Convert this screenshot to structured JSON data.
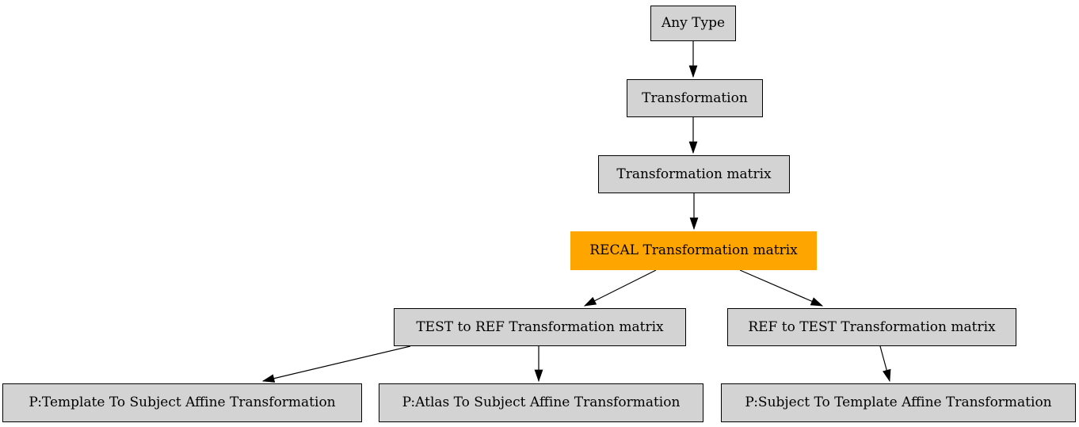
{
  "diagram": {
    "title": "Type hierarchy diagram",
    "background_color": "#ffffff",
    "node_fill_color": "#d3d3d3",
    "node_border_color": "#000000",
    "highlight_fill_color": "#ffa500",
    "text_color": "#000000",
    "nodes": [
      {
        "id": "any-type",
        "label": "Any Type",
        "highlighted": false
      },
      {
        "id": "transformation",
        "label": "Transformation",
        "highlighted": false
      },
      {
        "id": "transformation-matrix",
        "label": "Transformation matrix",
        "highlighted": false
      },
      {
        "id": "recal-transformation-matrix",
        "label": "RECAL Transformation matrix",
        "highlighted": true
      },
      {
        "id": "test-to-ref-transformation-matrix",
        "label": "TEST to REF Transformation matrix",
        "highlighted": false
      },
      {
        "id": "ref-to-test-transformation-matrix",
        "label": "REF to TEST Transformation matrix",
        "highlighted": false
      },
      {
        "id": "p-template-to-subject-affine-transformation",
        "label": "P:Template To Subject Affine Transformation",
        "highlighted": false
      },
      {
        "id": "p-atlas-to-subject-affine-transformation",
        "label": "P:Atlas To Subject Affine Transformation",
        "highlighted": false
      },
      {
        "id": "p-subject-to-template-affine-transformation",
        "label": "P:Subject To Template Affine Transformation",
        "highlighted": false
      }
    ],
    "edges": [
      {
        "from": "any-type",
        "to": "transformation"
      },
      {
        "from": "transformation",
        "to": "transformation-matrix"
      },
      {
        "from": "transformation-matrix",
        "to": "recal-transformation-matrix"
      },
      {
        "from": "recal-transformation-matrix",
        "to": "test-to-ref-transformation-matrix"
      },
      {
        "from": "recal-transformation-matrix",
        "to": "ref-to-test-transformation-matrix"
      },
      {
        "from": "test-to-ref-transformation-matrix",
        "to": "p-template-to-subject-affine-transformation"
      },
      {
        "from": "test-to-ref-transformation-matrix",
        "to": "p-atlas-to-subject-affine-transformation"
      },
      {
        "from": "ref-to-test-transformation-matrix",
        "to": "p-subject-to-template-affine-transformation"
      }
    ]
  }
}
